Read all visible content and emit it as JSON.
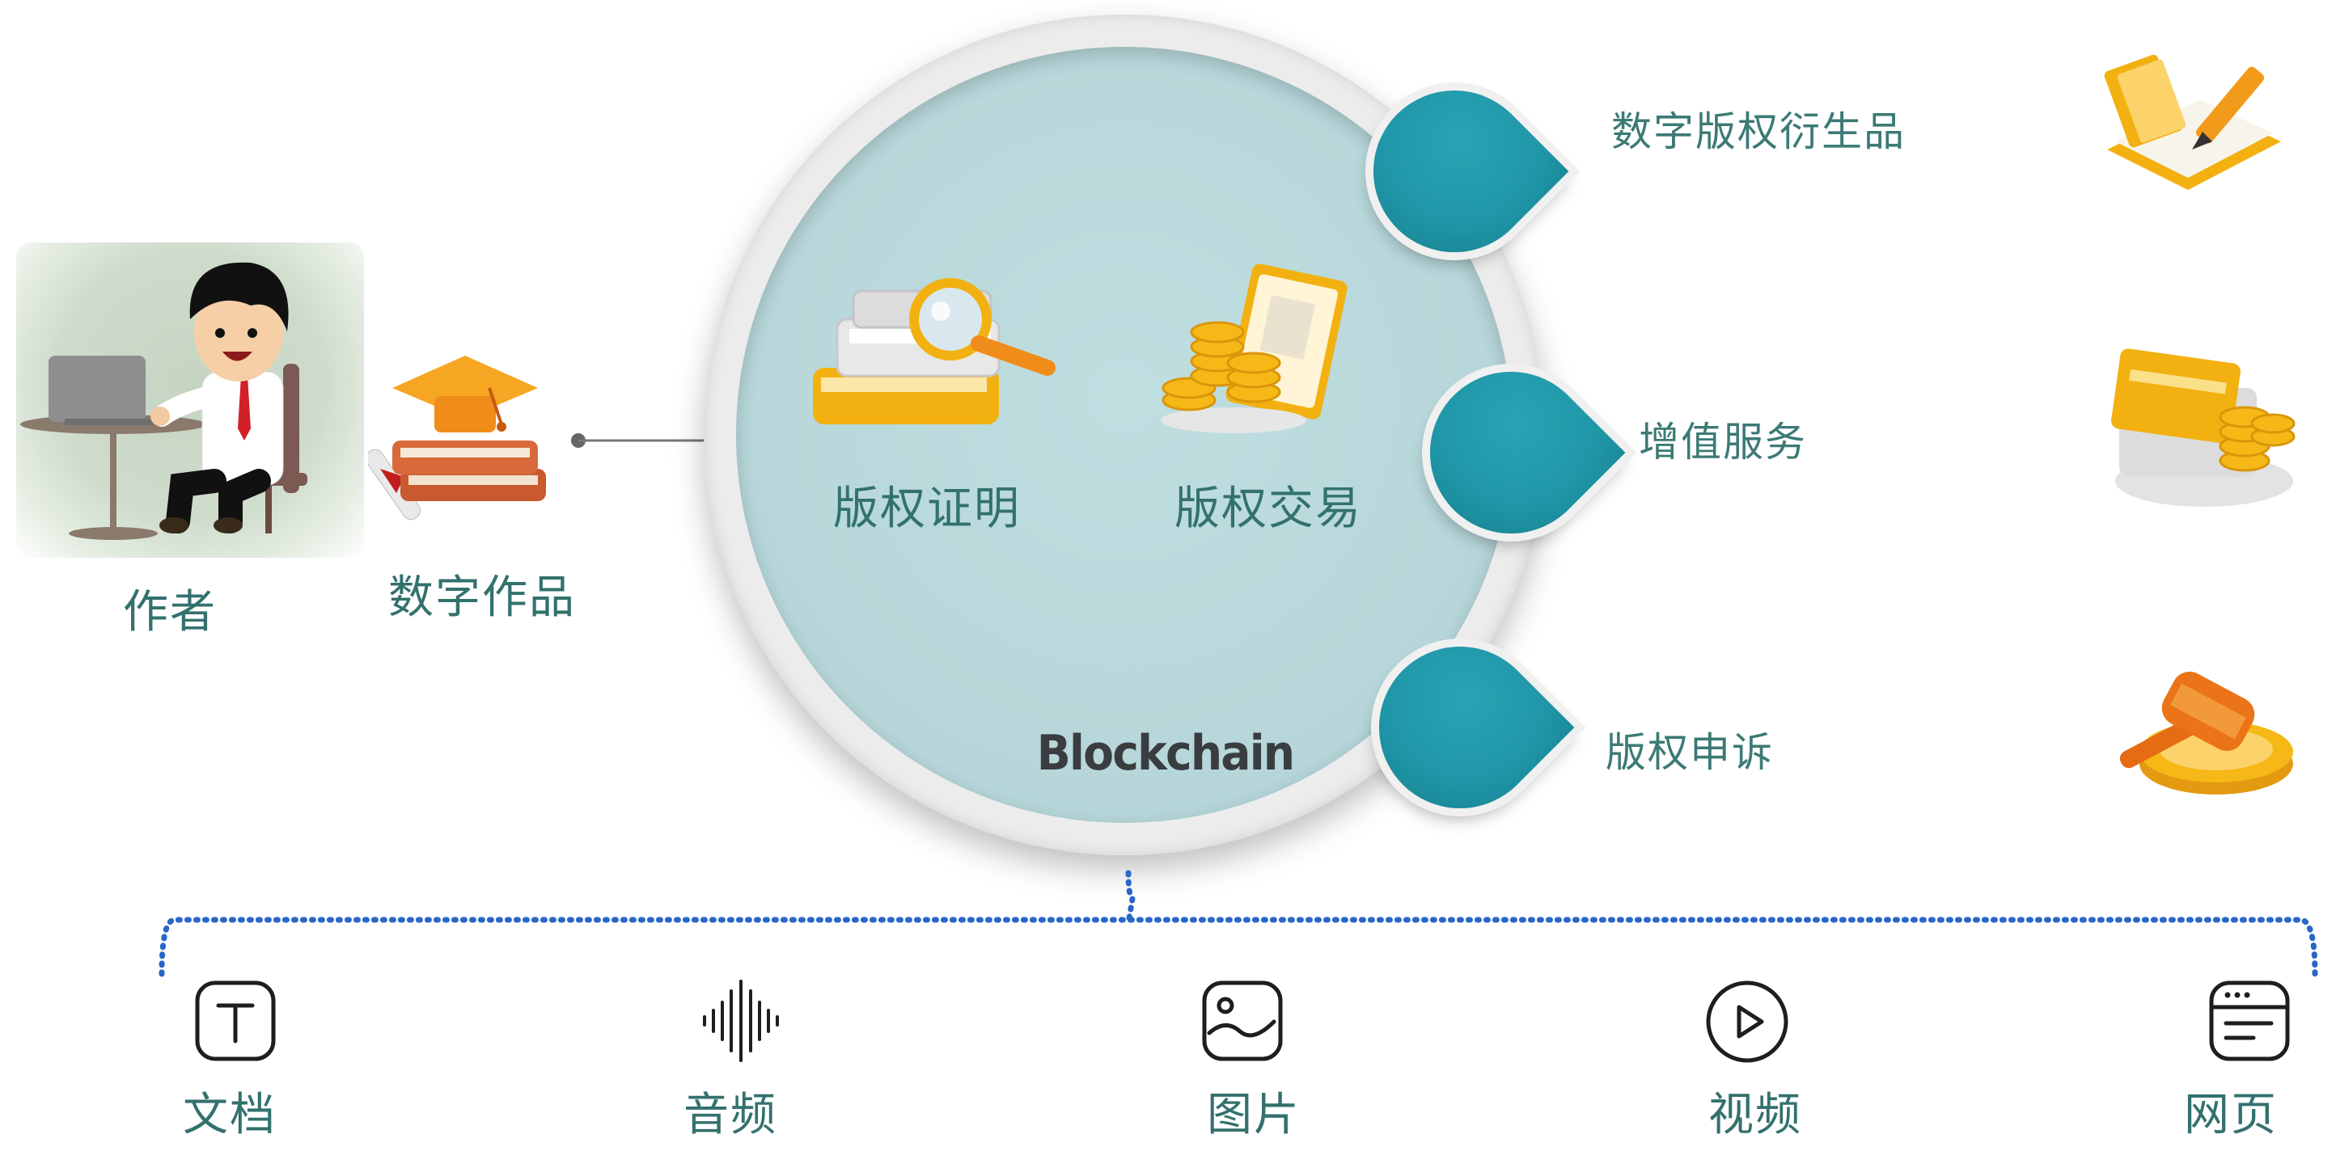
{
  "left": {
    "author_label": "作者",
    "work_label": "数字作品"
  },
  "center": {
    "proof_label": "版权证明",
    "trade_label": "版权交易",
    "chain_label": "Blockchain"
  },
  "branches": [
    {
      "label": "数字版权衍生品",
      "icon": "notebook-pen-icon"
    },
    {
      "label": "增值服务",
      "icon": "coins-card-icon"
    },
    {
      "label": "版权申诉",
      "icon": "gavel-icon"
    }
  ],
  "media_types": [
    {
      "label": "文档",
      "icon": "text-document-icon"
    },
    {
      "label": "音频",
      "icon": "audio-wave-icon"
    },
    {
      "label": "图片",
      "icon": "image-icon"
    },
    {
      "label": "视频",
      "icon": "video-play-icon"
    },
    {
      "label": "网页",
      "icon": "webpage-icon"
    }
  ],
  "colors": {
    "teal": "#1f97a8",
    "label_text": "#33716d",
    "circle_fill": "#b6d6d9",
    "bracket_dots": "#2a66c8",
    "gold": "#f2b111"
  }
}
